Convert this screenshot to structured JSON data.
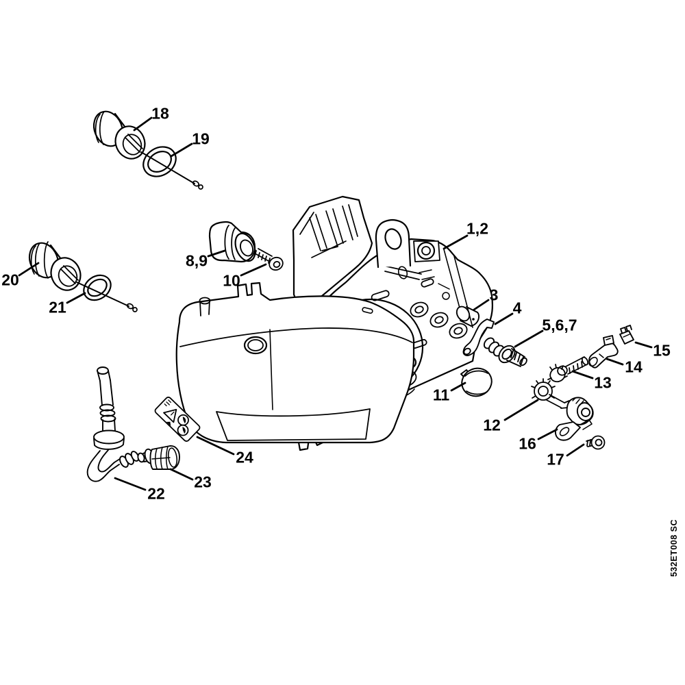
{
  "page": {
    "background": "#ffffff",
    "ink": "#000000"
  },
  "diagram": {
    "kind": "exploded-parts-diagram",
    "doc_code": "532ET008 SC",
    "callouts": [
      {
        "text": "18"
      },
      {
        "text": "19"
      },
      {
        "text": "8,9"
      },
      {
        "text": "10"
      },
      {
        "text": "1,2"
      },
      {
        "text": "20"
      },
      {
        "text": "21"
      },
      {
        "text": "3"
      },
      {
        "text": "4"
      },
      {
        "text": "5,6,7"
      },
      {
        "text": "15"
      },
      {
        "text": "14"
      },
      {
        "text": "13"
      },
      {
        "text": "11"
      },
      {
        "text": "12"
      },
      {
        "text": "16"
      },
      {
        "text": "17"
      },
      {
        "text": "24"
      },
      {
        "text": "23"
      },
      {
        "text": "22"
      }
    ]
  }
}
